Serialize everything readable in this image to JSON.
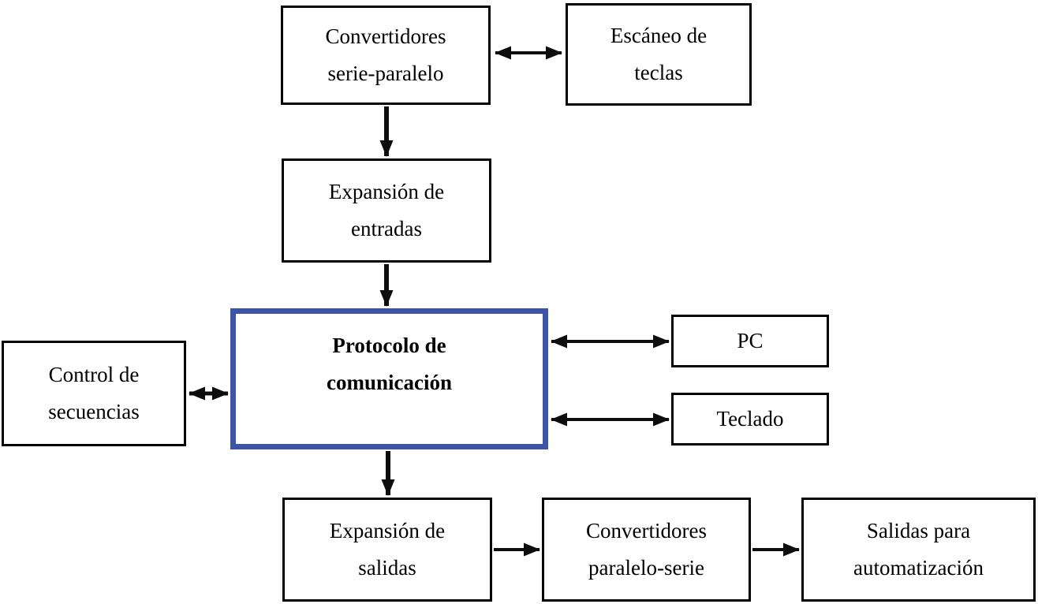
{
  "diagram": {
    "nodes": {
      "convertidores_serie_paralelo": {
        "lines": [
          "Convertidores",
          "serie-paralelo"
        ]
      },
      "escaneo_de_teclas": {
        "lines": [
          "Escáneo de",
          "teclas"
        ]
      },
      "expansion_de_entradas": {
        "lines": [
          "Expansión de",
          "entradas"
        ]
      },
      "protocolo_de_comunicacion": {
        "lines": [
          "Protocolo de",
          "comunicación"
        ]
      },
      "control_de_secuencias": {
        "lines": [
          "Control de",
          "secuencias"
        ]
      },
      "pc": {
        "lines": [
          "PC"
        ]
      },
      "teclado": {
        "lines": [
          "Teclado"
        ]
      },
      "expansion_de_salidas": {
        "lines": [
          "Expansión de",
          "salidas"
        ]
      },
      "convertidores_paralelo_serie": {
        "lines": [
          "Convertidores",
          "paralelo-serie"
        ]
      },
      "salidas_para_automatizacion": {
        "lines": [
          "Salidas para",
          "automatización"
        ]
      }
    },
    "connections": [
      "convertidores_serie_paralelo <-> escaneo_de_teclas",
      "convertidores_serie_paralelo -> expansion_de_entradas",
      "expansion_de_entradas -> protocolo_de_comunicacion",
      "control_de_secuencias <-> protocolo_de_comunicacion",
      "protocolo_de_comunicacion <-> pc",
      "protocolo_de_comunicacion <-> teclado",
      "protocolo_de_comunicacion -> expansion_de_salidas",
      "expansion_de_salidas -> convertidores_paralelo_serie",
      "convertidores_paralelo_serie -> salidas_para_automatizacion"
    ],
    "colors": {
      "box_border": "#000000",
      "highlight_border": "#3D55A6",
      "background": "#FFFFFF",
      "arrow": "#0D0D0D",
      "text": "#000000"
    }
  }
}
